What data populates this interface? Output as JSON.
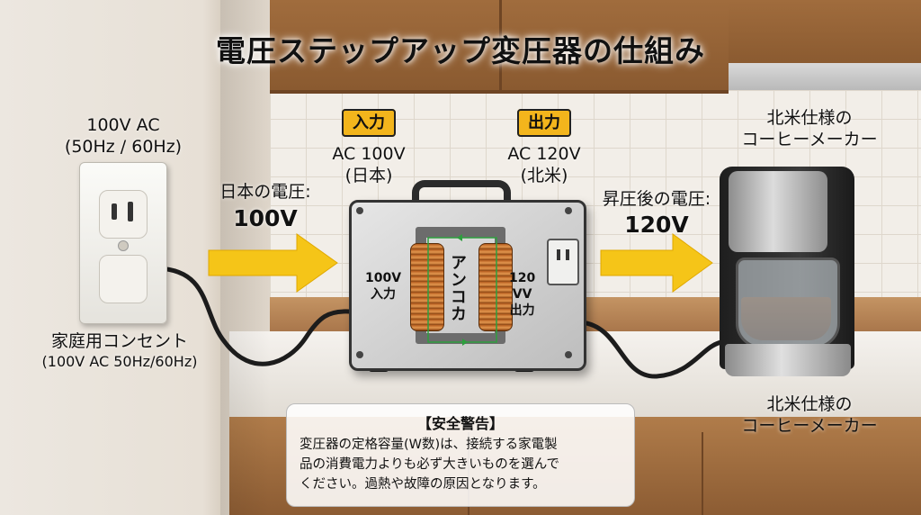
{
  "title": "電圧ステップアップ変圧器の仕組み",
  "outlet": {
    "spec_line1": "100V AC",
    "spec_line2": "(50Hz / 60Hz)",
    "caption_line1": "家庭用コンセント",
    "caption_line2": "(100V AC 50Hz/60Hz)"
  },
  "arrow_in": {
    "label": "日本の電圧:",
    "value": "100V"
  },
  "arrow_out": {
    "label": "昇圧後の電圧:",
    "value": "120V"
  },
  "input": {
    "badge": "入力",
    "line1": "AC 100V",
    "line2": "(日本)"
  },
  "output": {
    "badge": "出力",
    "line1": "AC 120V",
    "line2": "(北米)"
  },
  "transformer": {
    "core_label": "アンコカ",
    "coil_in_line1": "100V",
    "coil_in_line2": "入力",
    "coil_out_line1": "120",
    "coil_out_line2": "VV",
    "coil_out_line3": "出力"
  },
  "appliance": {
    "top_line1": "北米仕様の",
    "top_line2": "コーヒーメーカー",
    "bottom_line1": "北米仕様の",
    "bottom_line2": "コーヒーメーカー"
  },
  "warning": {
    "title": "【安全警告】",
    "line1": "変圧器の定格容量(W数)は、接続する家電製",
    "line2": "品の消費電力よりも必ず大きいものを選んで",
    "line3": "ください。過熱や故障の原因となります。"
  },
  "colors": {
    "arrow": "#f5c518",
    "badge": "#f3b51c",
    "coil": "#b35b1e",
    "flow_arrow": "#2e9e3e"
  }
}
